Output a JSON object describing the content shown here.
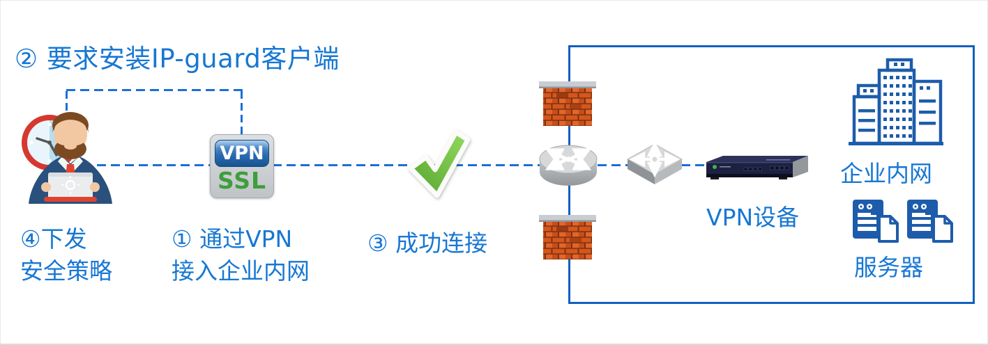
{
  "colors": {
    "text_blue": "#1777d3",
    "icon_blue": "#1d5cab",
    "boundary_blue": "#1060c0",
    "dash_blue": "#1b6fd6",
    "ssl_green": "#3f9e3c",
    "check_green": "#6abf43",
    "brick_orange": "#d2561e",
    "device_navy": "#1c2142"
  },
  "diagram": {
    "step2_title": "② 要求安装IP-guard客户端",
    "step1": {
      "line1": "① 通过VPN",
      "line2": "接入企业内网"
    },
    "step3": "③ 成功连接",
    "step4": {
      "line1": "④下发",
      "line2": "安全策略"
    },
    "vpn_ssl_badge": {
      "top": "VPN",
      "bottom": "SSL"
    },
    "vpn_device_label": "VPN设备",
    "intranet_label": "企业内网",
    "server_label": "服务器"
  },
  "icons": {
    "remote_user": "remote-user-laptop-icon",
    "clock": "clock-icon",
    "vpn_ssl": "vpn-ssl-icon",
    "checkmark": "checkmark-icon",
    "firewall_top": "firewall-icon",
    "firewall_bottom": "firewall-icon",
    "router": "router-icon",
    "switch": "switch-icon",
    "vpn_appliance": "vpn-appliance-icon",
    "building": "office-building-icon",
    "server": "server-icon"
  }
}
